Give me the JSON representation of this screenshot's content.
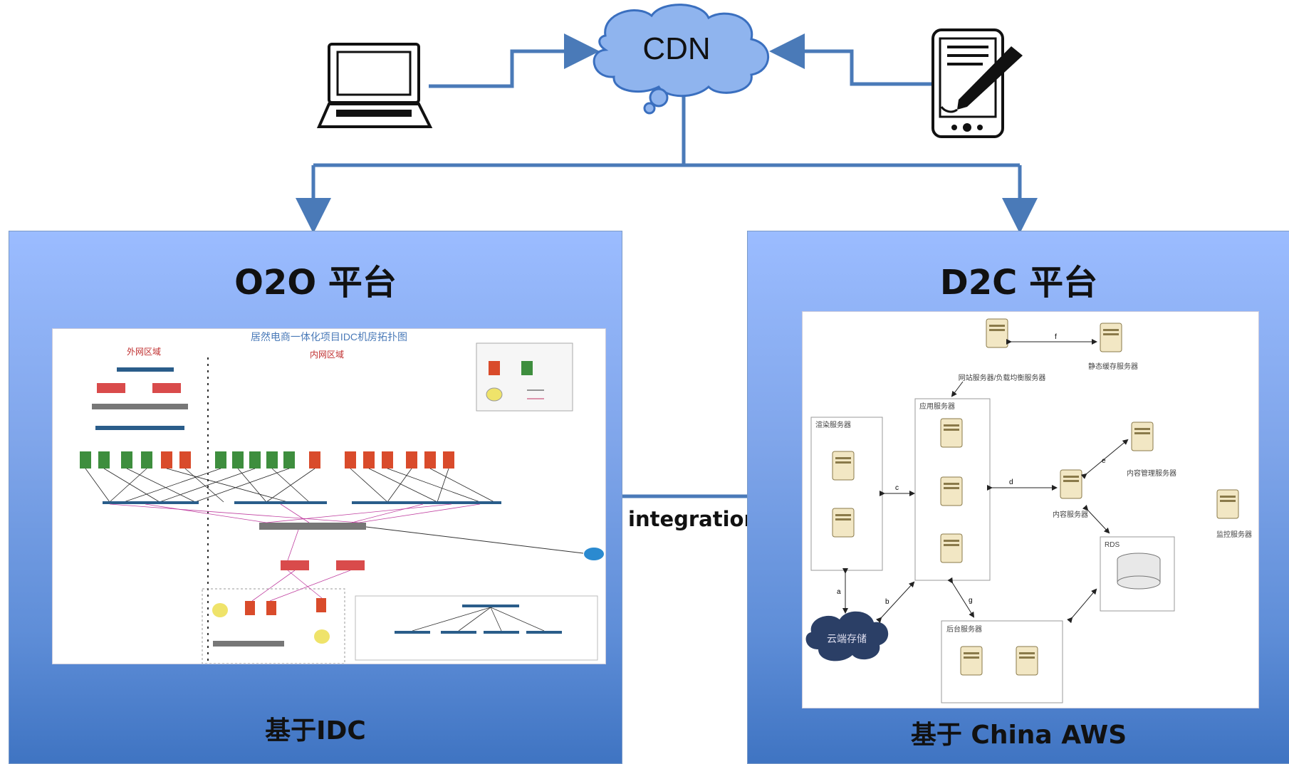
{
  "cdn": {
    "label": "CDN"
  },
  "connector": {
    "label": "integration"
  },
  "left_panel": {
    "title": "O2O 平台",
    "caption": "基于IDC",
    "diagram": {
      "heading": "居然电商一体化项目IDC机房拓扑图",
      "zone_outer": "外网区域",
      "zone_inner": "内网区域"
    }
  },
  "right_panel": {
    "title": "D2C 平台",
    "caption": "基于 China AWS",
    "diagram": {
      "web_lb": "网站服务器/负载均衡服务器",
      "static_cache": "静态缓存服务器",
      "app_servers": "应用服务器",
      "render_servers": "渲染服务器",
      "content_mgmt": "内容管理服务器",
      "content_server": "内容服务器",
      "monitor": "监控服务器",
      "rds": "RDS",
      "backend": "后台服务器",
      "cloud": "云端存储",
      "edge_labels": [
        "f",
        "c",
        "d",
        "e",
        "a",
        "b",
        "g"
      ]
    }
  },
  "colors": {
    "line": "#4a7ab8",
    "panel_top": "#9bbcff",
    "panel_bottom": "#3f74c2"
  }
}
